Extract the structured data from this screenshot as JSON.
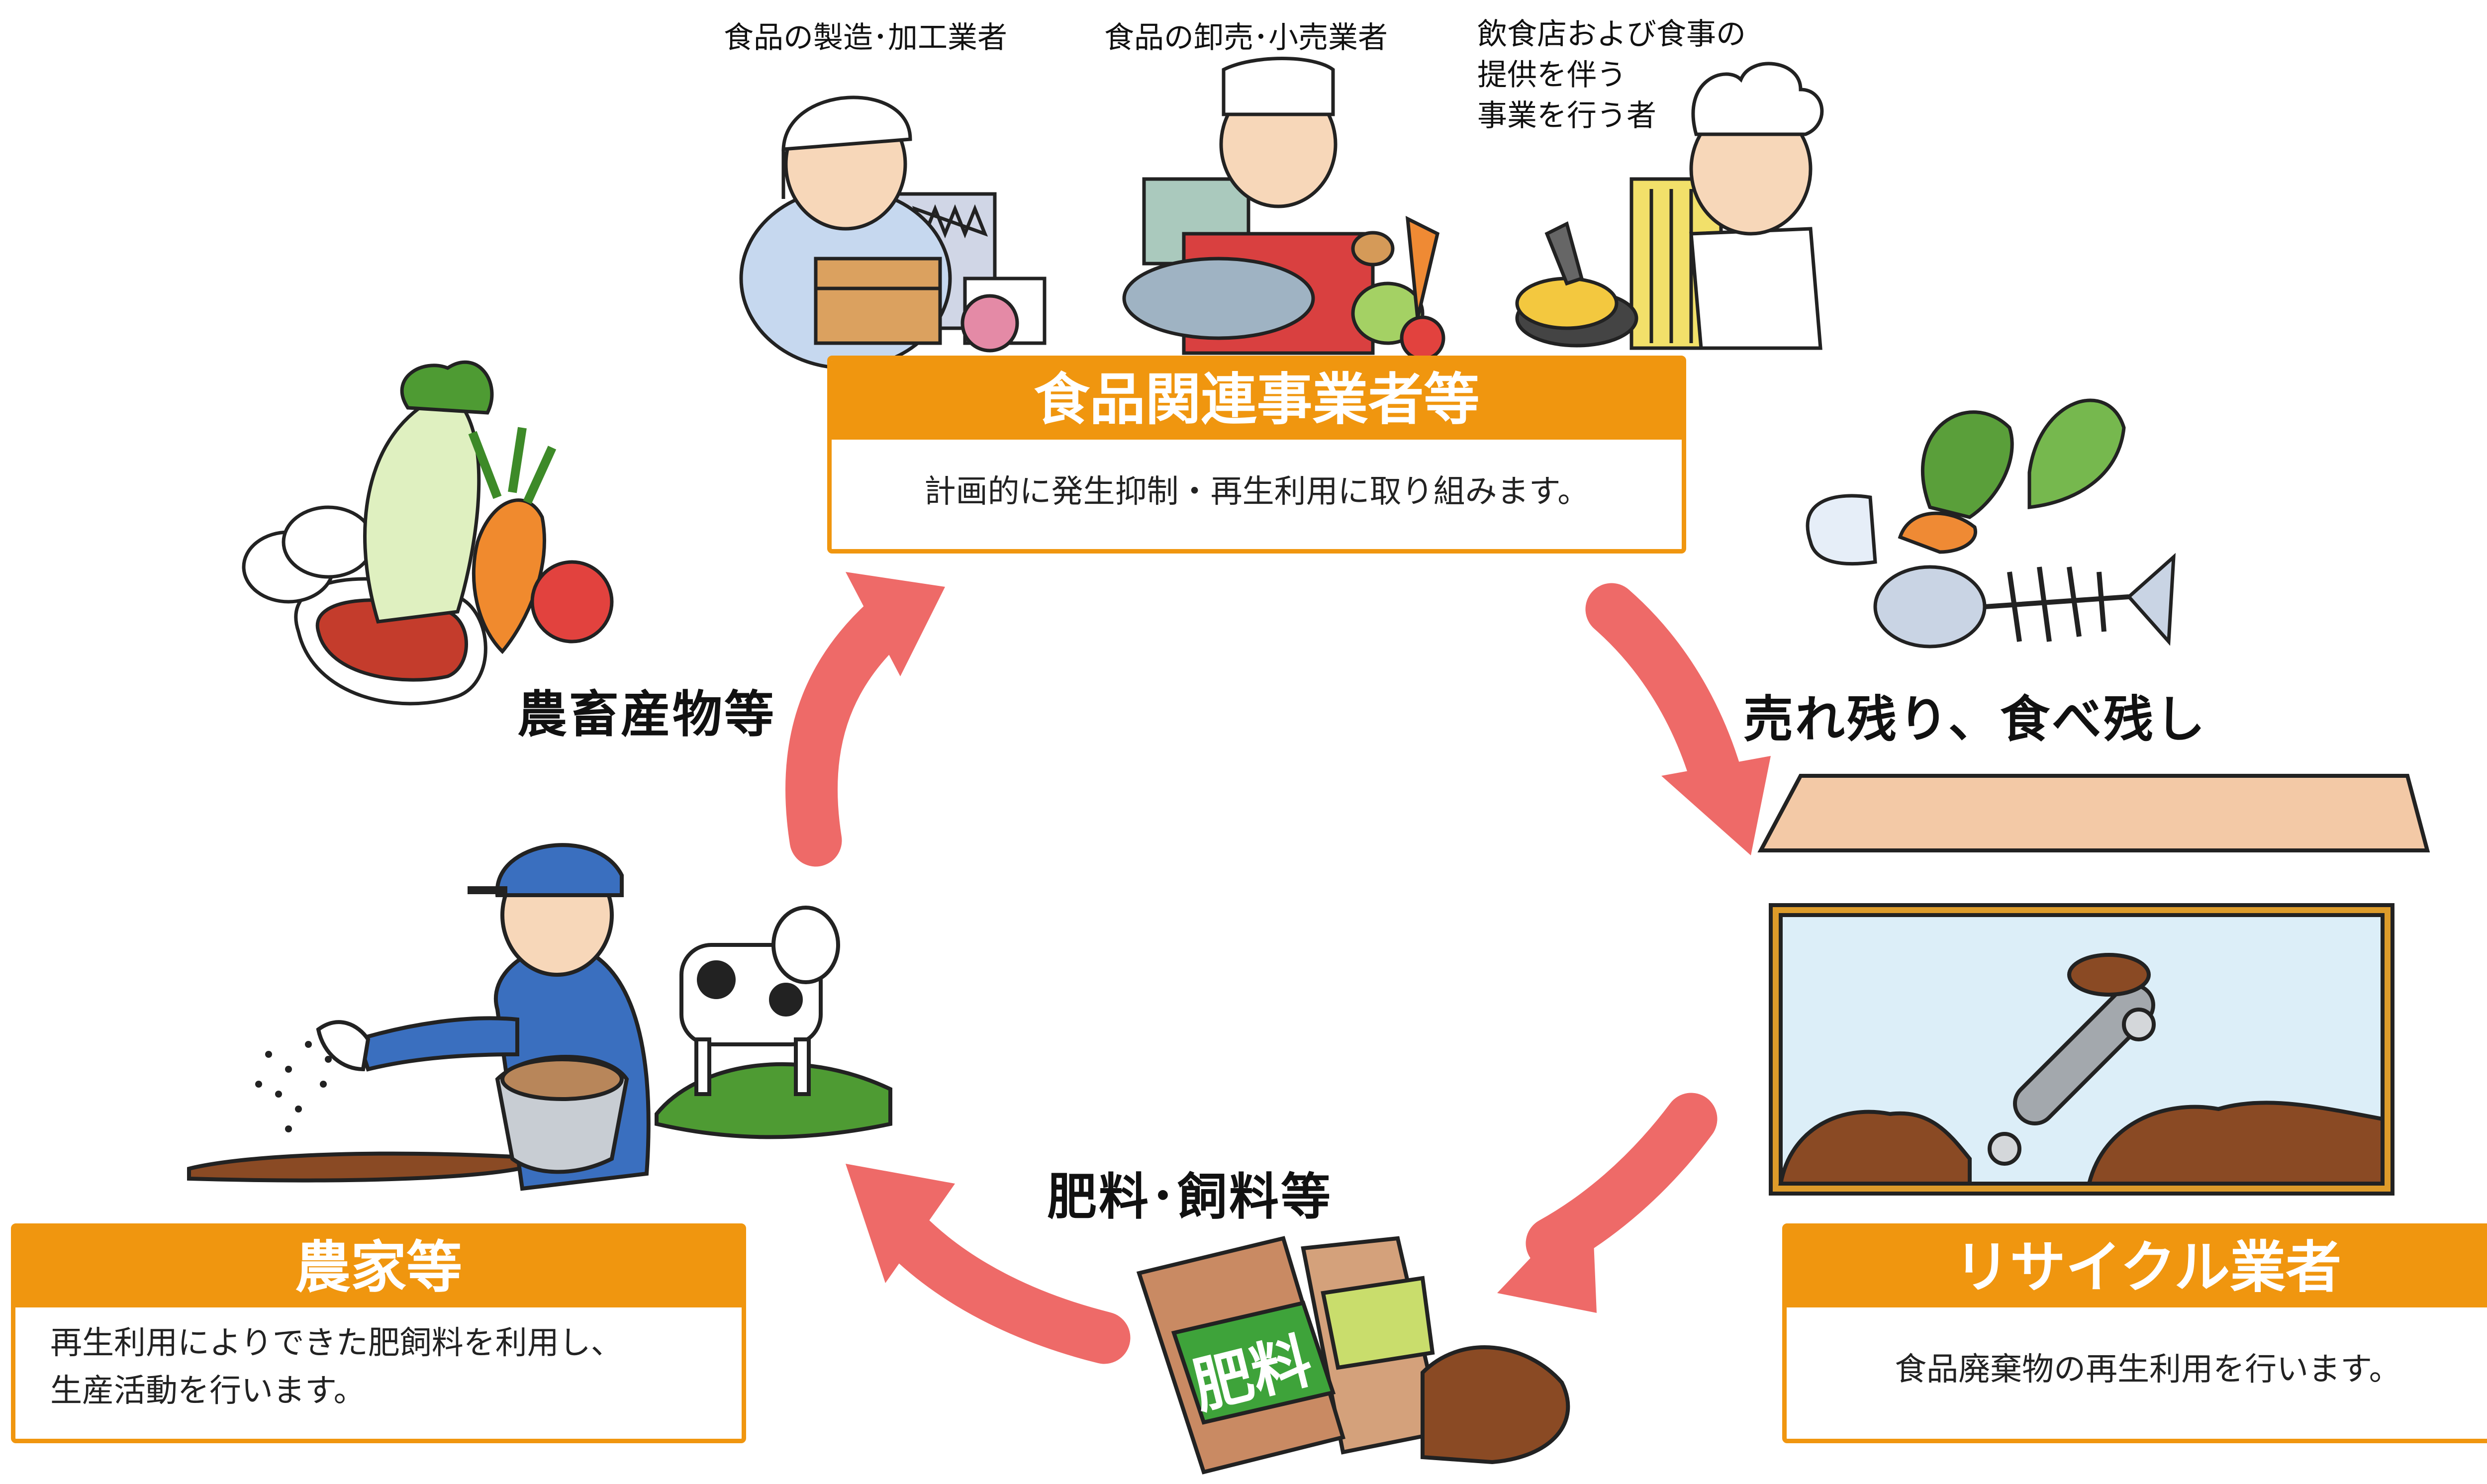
{
  "top_labels": {
    "manufacturer": "食品の製造･加工業者",
    "wholesale": "食品の卸売･小売業者",
    "restaurant_lines": [
      "飲食店および食事の",
      "提供を伴う",
      "事業を行う者"
    ]
  },
  "food_business": {
    "title": "食品関連事業者等",
    "description": "計画的に発生抑制・再生利用に取り組みます。"
  },
  "recycler": {
    "title": "リサイクル業者",
    "description": "食品廃棄物の再生利用を行います。"
  },
  "farmer": {
    "title": "農家等",
    "description_lines": [
      "再生利用によりできた肥飼料を利用し、",
      "生産活動を行います。"
    ]
  },
  "flow_labels": {
    "leftovers": "売れ残り、食べ残し",
    "fertilizer_feed": "肥料･飼料等",
    "agri_products": "農畜産物等"
  },
  "bag_label": "肥料",
  "colors": {
    "orange": "#f0960f",
    "arrow": "#ee6a68",
    "sky": "#d8ecf6",
    "soil": "#8a4a24",
    "green": "#3ea33a"
  }
}
